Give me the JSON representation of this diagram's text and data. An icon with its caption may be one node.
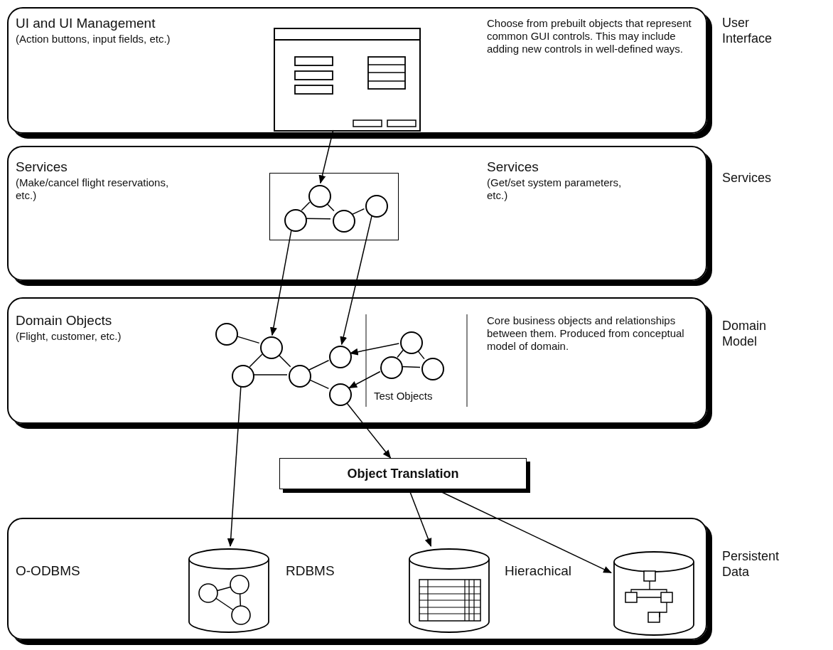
{
  "diagram": {
    "nodes": [
      {
        "text": [
          "UI and UI Management",
          "(Action buttons, input fields, etc.)",
          "Choose from prebuilt objects that represent common GUI controls. This may include adding new controls in well-defined ways."
        ],
        "beside": [
          "User Interface"
        ]
      },
      {
        "text": [],
        "shape": "box",
        "in": 0
      },
      {
        "text": [
          "Services",
          "(Make/cancel flight reservations, etc.)",
          "Services",
          "(Get/set system parameters, etc.)"
        ],
        "beside": [
          "Services"
        ]
      },
      {
        "text": [],
        "shape": "box",
        "in": 2
      },
      {
        "text": [],
        "shape": "circle",
        "in": 3
      },
      {
        "text": [],
        "shape": "circle",
        "in": 3
      },
      {
        "text": [],
        "shape": "circle",
        "in": 3
      },
      {
        "text": [],
        "shape": "circle",
        "in": 3
      },
      {
        "text": [
          "Domain Objects",
          "(Flight, customer, etc.)",
          "Core business objects and relationships between them. Produced from conceptual model of domain."
        ],
        "beside": [
          "Domain Model"
        ]
      },
      {
        "text": [],
        "shape": "circle",
        "in": 8
      },
      {
        "text": [],
        "shape": "circle",
        "in": 8
      },
      {
        "text": [],
        "shape": "circle",
        "in": 8
      },
      {
        "text": [],
        "shape": "circle",
        "in": 8
      },
      {
        "text": [],
        "shape": "circle",
        "in": 8
      },
      {
        "text": [],
        "shape": "circle",
        "in": 8
      },
      {
        "text": [],
        "shape": "circle",
        "in": 8
      },
      {
        "text": [],
        "shape": "circle",
        "in": 8
      },
      {
        "text": [],
        "shape": "circle",
        "in": 8
      },
      {
        "text": [
          "Object Translation"
        ]
      },
      {
        "text": [
          "O-ODBMS",
          "RDBMS",
          "Hierachical"
        ],
        "beside": [
          "Persistent Data"
        ]
      },
      {
        "text": [],
        "shape": "cylinder",
        "in": 19
      },
      {
        "text": [],
        "shape": "cylinder",
        "in": 19
      },
      {
        "text": [],
        "shape": "cylinder",
        "in": 19
      }
    ],
    "edges": [
      {
        "from": 1,
        "to": 4,
        "arrow": "to"
      },
      {
        "from": 4,
        "to": 5,
        "arrow": "none"
      },
      {
        "from": 4,
        "to": 6,
        "arrow": "none"
      },
      {
        "from": 5,
        "to": 6,
        "arrow": "none"
      },
      {
        "from": 6,
        "to": 7,
        "arrow": "none"
      },
      {
        "from": 5,
        "to": 10,
        "arrow": "to"
      },
      {
        "from": 7,
        "to": 13,
        "arrow": "to"
      },
      {
        "from": 9,
        "to": 10,
        "arrow": "none"
      },
      {
        "from": 10,
        "to": 11,
        "arrow": "none"
      },
      {
        "from": 10,
        "to": 12,
        "arrow": "none"
      },
      {
        "from": 11,
        "to": 12,
        "arrow": "none"
      },
      {
        "from": 12,
        "to": 13,
        "arrow": "none"
      },
      {
        "from": 12,
        "to": 14,
        "arrow": "none"
      },
      {
        "from": 15,
        "to": 16,
        "arrow": "none"
      },
      {
        "from": 15,
        "to": 17,
        "arrow": "none"
      },
      {
        "from": 16,
        "to": 17,
        "arrow": "none"
      },
      {
        "from": 15,
        "to": 13,
        "arrow": "to"
      },
      {
        "from": 16,
        "to": 14,
        "arrow": "to"
      },
      {
        "from": 14,
        "to": 18,
        "arrow": "to"
      },
      {
        "from": 11,
        "to": 20,
        "arrow": "to"
      },
      {
        "from": 18,
        "to": 21,
        "arrow": "to"
      },
      {
        "from": 18,
        "to": 22,
        "arrow": "to"
      }
    ],
    "labels": [
      "Test Objects"
    ]
  }
}
